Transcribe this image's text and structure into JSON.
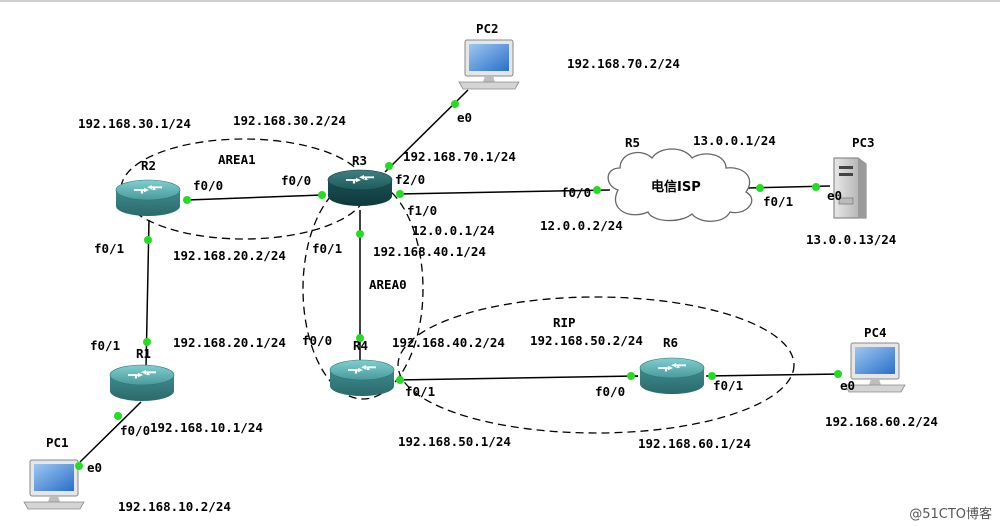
{
  "devices": {
    "r1": "R1",
    "r2": "R2",
    "r3": "R3",
    "r4": "R4",
    "r5": "R5",
    "r6": "R6",
    "pc1": "PC1",
    "pc2": "PC2",
    "pc3": "PC3",
    "pc4": "PC4",
    "isp": "电信ISP"
  },
  "areas": {
    "area1": "AREA1",
    "area0": "AREA0",
    "rip": "RIP"
  },
  "interfaces": {
    "r2_f00": "f0/0",
    "r2_f01": "f0/1",
    "r3_f00": "f0/0",
    "r3_f01": "f0/1",
    "r3_f10": "f1/0",
    "r3_f20": "f2/0",
    "r1_f01": "f0/1",
    "r1_f00": "f0/0",
    "r4_f00": "f0/0",
    "r4_f01": "f0/1",
    "r5_f00": "f0/0",
    "r5_f01": "f0/1",
    "r6_f00": "f0/0",
    "r6_f01": "f0/1",
    "pc1_e0": "e0",
    "pc2_e0": "e0",
    "pc3_e0": "e0",
    "pc4_e0": "e0"
  },
  "ips": {
    "r2_30": "192.168.30.1/24",
    "r3_30": "192.168.30.2/24",
    "r2_20": "192.168.20.2/24",
    "r1_20": "192.168.20.1/24",
    "r1_10": "192.168.10.1/24",
    "pc1": "192.168.10.2/24",
    "pc2": "192.168.70.2/24",
    "r3_70": "192.168.70.1/24",
    "r3_12": "12.0.0.1/24",
    "r3_40": "192.168.40.1/24",
    "r5_12": "12.0.0.2/24",
    "r5_13": "13.0.0.1/24",
    "pc3": "13.0.0.13/24",
    "r4_40": "192.168.40.2/24",
    "r6_50": "192.168.50.2/24",
    "r4_50": "192.168.50.1/24",
    "r6_60": "192.168.60.1/24",
    "pc4": "192.168.60.2/24"
  },
  "watermark": "@51CTO博客",
  "colors": {
    "router": "#4a9a9c",
    "router_dark": "#1d5a5c",
    "link_dot": "#22dd22",
    "cloud_stroke": "#666666"
  }
}
